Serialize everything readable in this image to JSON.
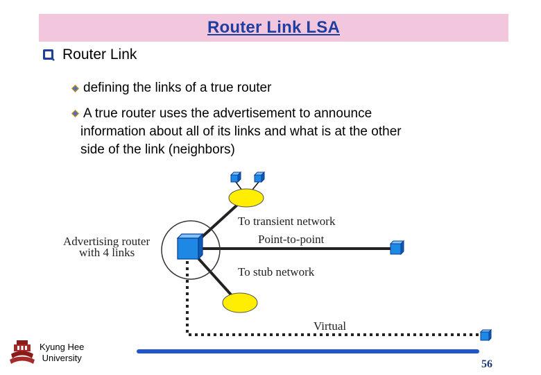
{
  "slide": {
    "title": "Router Link LSA",
    "heading": "Router Link",
    "bullets": [
      "defining the links of a true router",
      "A true router uses the advertisement to announce",
      "information about all of its links and what is at the other",
      "side of the link (neighbors)"
    ]
  },
  "diagram": {
    "labels": {
      "advertising_line1": "Advertising router",
      "advertising_line2": "with 4  links",
      "transient": "To transient network",
      "p2p": "Point-to-point",
      "stub": "To stub network",
      "virtual": "Virtual"
    }
  },
  "footer": {
    "university_line1": "Kyung Hee",
    "university_line2": "University",
    "page_number": "56"
  },
  "colors": {
    "title_bg": "#f2c6dc",
    "title_text": "#1f3fa0",
    "router_blue": "#1e88e5",
    "network_yellow": "#ffee00",
    "footer_bar": "#2255cc"
  }
}
